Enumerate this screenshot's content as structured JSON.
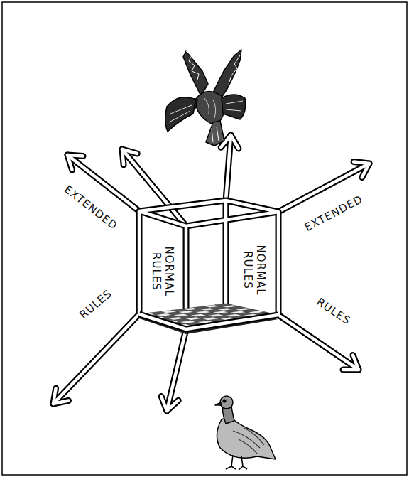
{
  "diagram": {
    "labels": [
      "EXTENDED",
      "NORMAL RULES",
      "NORMAL RULES",
      "EXTENDED",
      "RULES",
      "RULES"
    ]
  }
}
